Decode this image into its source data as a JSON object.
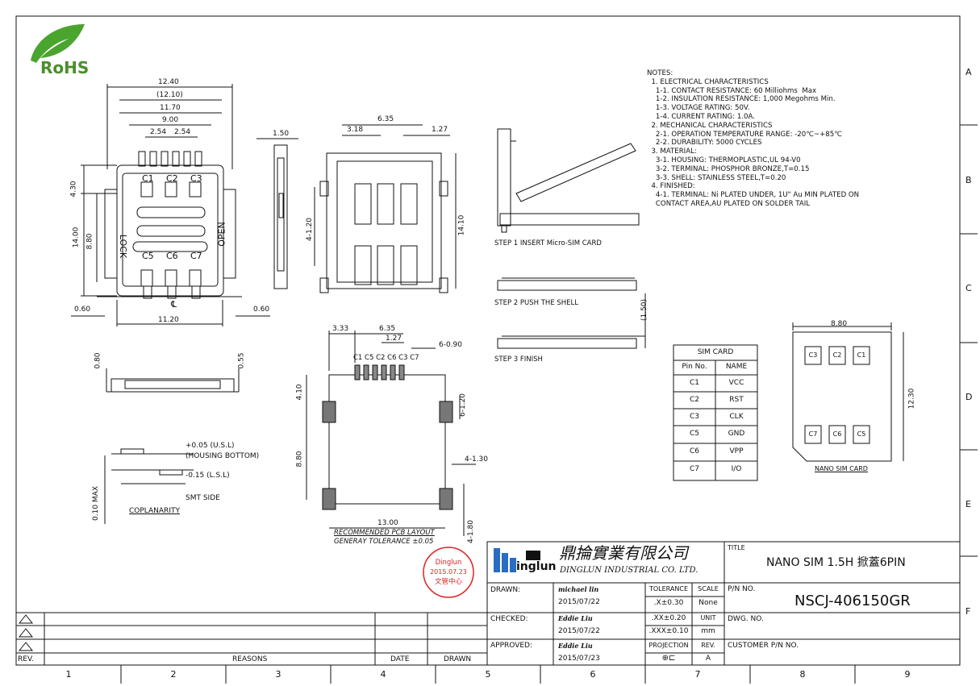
{
  "logo_rohs": "RoHS",
  "dimensions": {
    "top_12_40": "12.40",
    "top_12_10": "(12.10)",
    "top_11_70": "11.70",
    "top_9_00": "9.00",
    "top_2_54a": "2.54",
    "top_2_54b": "2.54",
    "left_4_30": "4.30",
    "left_14_00": "14.00",
    "left_8_80": "8.80",
    "bot_0_60a": "0.60",
    "bot_0_60b": "0.60",
    "bot_11_20": "11.20",
    "side_1_50": "1.50",
    "v2_6_35": "6.35",
    "v2_3_18": "3.18",
    "v2_1_27": "1.27",
    "v2_4_1_20": "4-1.20",
    "v2_14_10": "14.10",
    "f_0_80": "0.80",
    "f_0_55": "0.55",
    "pcb_3_33": "3.33",
    "pcb_6_35": "6.35",
    "pcb_1_27": "1.27",
    "pcb_6_0_90": "6-0.90",
    "pcb_4_10": "4.10",
    "pcb_6_1_20": "6-1.20",
    "pcb_8_80": "8.80",
    "pcb_4_1_30": "4-1.30",
    "pcb_13_00": "13.00",
    "pcb_4_1_80": "4-1.80",
    "pcb_title": "RECOMMENDED PCB LAYOUT",
    "pcb_tol": "GENERAY TOLERANCE ±0.05",
    "pcb_pins": "C1 C5 C2 C6 C3 C7",
    "cop_p05": "+0.05 (U.S.L)",
    "cop_hb": "(HOUSING BOTTOM)",
    "cop_m15": "-0.15 (L.S.L)",
    "cop_smt": "SMT SIDE",
    "cop_010": "0.10 MAX",
    "cop_title": "COPLANARITY",
    "step_1_50": "(1.50)",
    "nano_8_80": "8.80",
    "nano_12_30": "12.30"
  },
  "housing_labels": {
    "c1": "C1",
    "c2": "C2",
    "c3": "C3",
    "c5": "C5",
    "c6": "C6",
    "c7": "C7",
    "lock": "LOCK",
    "open": "OPEN",
    "cl": "℄"
  },
  "steps": {
    "s1": "STEP 1 INSERT Micro-SIM CARD",
    "s2": "STEP 2  PUSH THE SHELL",
    "s3": "STEP 3  FINISH"
  },
  "notes": [
    "NOTES:",
    "  1. ELECTRICAL CHARACTERISTICS",
    "    1-1. CONTACT RESISTANCE: 60 Milliohms  Max",
    "    1-2. INSULATION RESISTANCE: 1,000 Megohms Min.",
    "    1-3. VOLTAGE RATING: 50V.",
    "    1-4. CURRENT RATING: 1.0A.",
    "  2. MECHANICAL CHARACTERISTICS",
    "    2-1. OPERATION TEMPERATURE RANGE: -20℃~+85℃",
    "    2-2. DURABILITY: 5000 CYCLES",
    "  3. MATERIAL:",
    "    3-1. HOUSING: THERMOPLASTIC,UL 94-V0",
    "    3-2. TERMINAL: PHOSPHOR BRONZE,T=0.15",
    "    3-3. SHELL: STAINLESS STEEL,T=0.20",
    "  4. FINISHED:",
    "    4-1. TERMINAL: Ni PLATED UNDER, 1U\" Au MIN PLATED ON",
    "    CONTACT AREA,AU PLATED ON SOLDER TAIL"
  ],
  "sim_table": {
    "title": "SIM CARD",
    "headers": [
      "Pin No.",
      "NAME"
    ],
    "rows": [
      [
        "C1",
        "VCC"
      ],
      [
        "C2",
        "RST"
      ],
      [
        "C3",
        "CLK"
      ],
      [
        "C5",
        "GND"
      ],
      [
        "C6",
        "VPP"
      ],
      [
        "C7",
        "I/O"
      ]
    ]
  },
  "nano_card": {
    "label": "NANO SIM CARD",
    "pins": [
      "C3",
      "C2",
      "C1",
      "C7",
      "C6",
      "C5"
    ]
  },
  "stamp": {
    "line1": "Dinglun",
    "line2": "2015.07.23",
    "line3": "文管中心"
  },
  "company": {
    "cn": "鼎掄實業有限公司",
    "en": "DINGLUN INDUSTRIAL CO. LTD.",
    "logo": "inglun"
  },
  "title_block": {
    "drawn_label": "DRAWN:",
    "drawn_name": "michael lin",
    "drawn_date": "2015/07/22",
    "checked_label": "CHECKED:",
    "checked_name": "Eddie Liu",
    "checked_date": "2015/07/22",
    "approved_label": "APPROVED:",
    "approved_name": "Eddie Liu",
    "approved_date": "2015/07/23",
    "tolerance": "TOLERANCE",
    "scale": "SCALE",
    "tol1": ".X±0.30",
    "scale_v": "None",
    "tol2": ".XX±0.20",
    "unit": "UNIT",
    "tol3": ".XXX±0.10",
    "unit_v": "mm",
    "projection": "PROJECTION",
    "rev": "REV.",
    "rev_v": "A",
    "title_label": "TITLE",
    "title_value": "NANO SIM 1.5H 掀蓋6PIN",
    "pn_label": "P/N NO.",
    "pn_value": "NSCJ-406150GR",
    "dwg_label": "DWG. NO.",
    "customer_label": "CUSTOMER P/N NO."
  },
  "rev_block": {
    "rev": "REV.",
    "reasons": "REASONS",
    "date": "DATE",
    "drawn": "DRAWN"
  },
  "zones_h": [
    "1",
    "2",
    "3",
    "4",
    "5",
    "6",
    "7",
    "8",
    "9"
  ],
  "zones_v": [
    "A",
    "B",
    "C",
    "D",
    "E",
    "F"
  ]
}
